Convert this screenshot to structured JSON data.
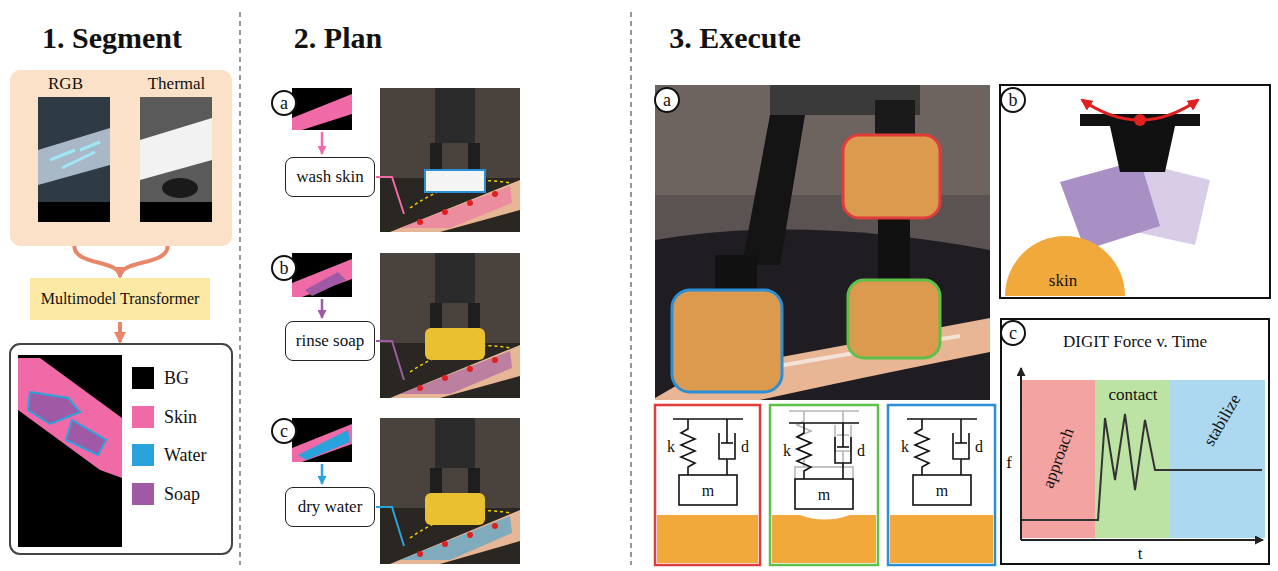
{
  "diagram": {
    "nodes": [
      {
        "text": [
          "RGB",
          "Thermal"
        ]
      },
      {
        "text": [
          "Multimodel Transformer"
        ]
      },
      {
        "text": [
          "a"
        ]
      },
      {
        "text": [
          "wash skin"
        ]
      },
      {
        "text": [
          "b"
        ]
      },
      {
        "text": [
          "rinse soap"
        ]
      },
      {
        "text": [
          "c"
        ]
      },
      {
        "text": [
          "dry water"
        ]
      },
      {
        "text": [
          "a"
        ]
      },
      {
        "text": [
          "b"
        ]
      },
      {
        "text": [
          "c"
        ]
      },
      {
        "text": [
          "DIGIT Force v. Time"
        ]
      }
    ],
    "edges": [
      {
        "from": 0,
        "to": 1,
        "arrow": "to"
      }
    ],
    "labels": [
      "1. Segment",
      "2. Plan",
      "3. Execute",
      "skin",
      "k",
      "d",
      "m",
      "k",
      "d",
      "m",
      "k",
      "d",
      "m",
      "f",
      "t",
      "approach",
      "contact",
      "stabilize"
    ],
    "legend": [
      {
        "text": "BG",
        "color": "#000000"
      },
      {
        "text": "Skin",
        "color": "#f06aa8"
      },
      {
        "text": "Water",
        "color": "#2aa3dd"
      },
      {
        "text": "Soap",
        "color": "#a05aa5"
      }
    ]
  }
}
